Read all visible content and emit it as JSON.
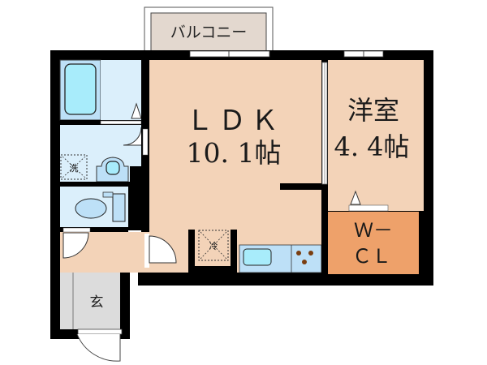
{
  "colors": {
    "wall": "#000000",
    "room": "#f3d3b8",
    "wic": "#eea16a",
    "wet": "#dbeffb",
    "bath": "#bde0f7",
    "fixture": "#a8ecfb",
    "genkan": "#dcdcdc",
    "balcony": "#e3d8cf",
    "kitchen": "#bde0f7"
  },
  "balcony": {
    "label": "バルコニー"
  },
  "rooms": {
    "ldk": {
      "name": "ＬＤＫ",
      "size": "10. 1帖"
    },
    "western": {
      "name": "洋室",
      "size": "4. 4帖"
    },
    "wic": {
      "line1": "Ｗ－",
      "line2": "ＣＬ"
    },
    "entrance": {
      "label": "玄"
    },
    "laundry_mark": "洗",
    "fridge_mark": "冷"
  }
}
